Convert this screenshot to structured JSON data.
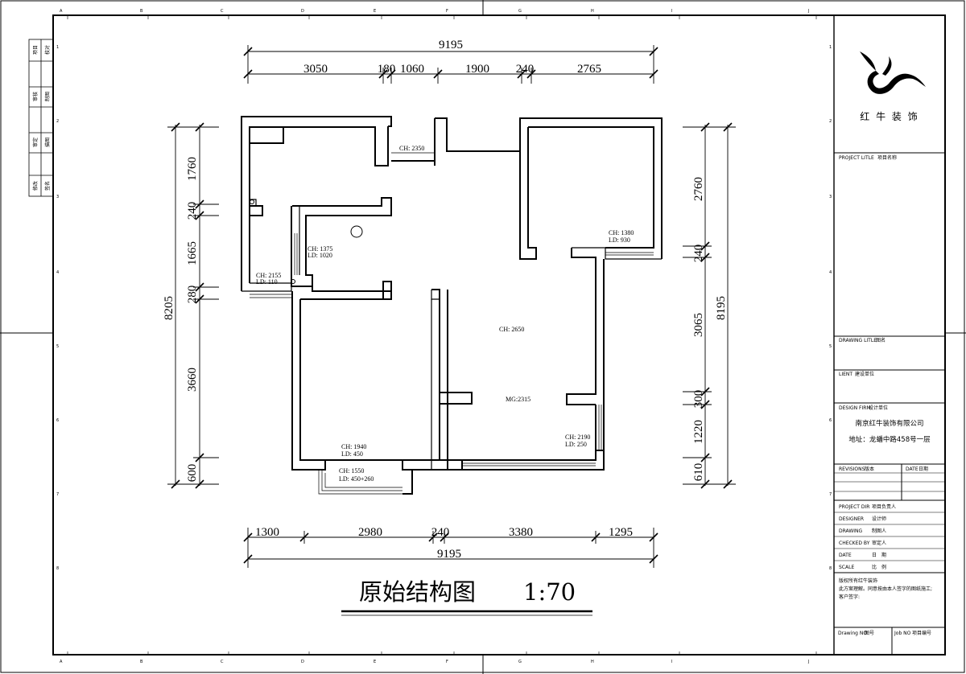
{
  "title": {
    "main": "原始结构图",
    "scale": "1:70"
  },
  "dims": {
    "top_total": "9195",
    "top": [
      "3050",
      "180",
      "1060",
      "1900",
      "240",
      "2765"
    ],
    "bottom": [
      "1300",
      "2980",
      "240",
      "3380",
      "1295"
    ],
    "bottom_total": "9195",
    "left_total": "8205",
    "left": [
      "1760",
      "240",
      "1665",
      "280",
      "3660",
      "600"
    ],
    "right": [
      "2760",
      "240",
      "3065",
      "300",
      "1220",
      "610"
    ],
    "right_total": "8195"
  },
  "rooms": [
    {
      "ch": "CH: 2350"
    },
    {
      "ch": "CH: 1380",
      "ld": "LD: 930"
    },
    {
      "ch": "CH: 1375",
      "ld": "LD: 1020"
    },
    {
      "ch": "CH: 2155",
      "ld": "LD: 110"
    },
    {
      "ch": "CH: 2650"
    },
    {
      "ch": "MG:2315"
    },
    {
      "ch": "CH: 2190",
      "ld": "LD: 250"
    },
    {
      "ch": "CH: 1940",
      "ld": "LD: 450"
    },
    {
      "ch": "CH: 1550",
      "ld": "LD: 450+260"
    }
  ],
  "grid_letters": [
    "A",
    "B",
    "C",
    "D",
    "E",
    "F",
    "G",
    "H",
    "I",
    "J"
  ],
  "grid_numbers": [
    "1",
    "2",
    "3",
    "4",
    "5",
    "6",
    "7",
    "8"
  ],
  "left_strip": [
    "项目",
    "校对",
    "审核",
    "制图",
    "审定",
    "描图",
    "修改",
    "签名"
  ],
  "title_block": {
    "company": "红 牛 装 饰",
    "project_title": "PROJECT LITLE",
    "project_title_cn": "项目名称",
    "drawing_title": "DRAWING LITLE",
    "drawing_title_cn": "图名",
    "client": "LIENT",
    "client_cn": "建设单位",
    "design_firm": "DESIGN FIRM",
    "design_firm_cn": "设计单位",
    "firm_name": "南京红牛装饰有限公司",
    "address": "地址：龙蟠中路458号一层",
    "revisions": "REVISIONS",
    "revisions_cn": "版本",
    "date_h": "DATE",
    "date_h_cn": "日期",
    "rows": [
      {
        "en": "PROJECT DIR",
        "cn": "项目负责人"
      },
      {
        "en": "DESIGNER",
        "cn": "设计师"
      },
      {
        "en": "DRAWING",
        "cn": "制图人"
      },
      {
        "en": "CHECKED BY",
        "cn": "审定人"
      },
      {
        "en": "DATE",
        "cn": "日　期"
      },
      {
        "en": "SCALE",
        "cn": "比　例"
      }
    ],
    "notice1": "版权所有红牛装饰",
    "notice2": "此方案理解。同意按由本人签字的图纸施工;",
    "notice3": "客户签字:",
    "drawing_no": "Drawing NO",
    "drawing_no_cn": "图号",
    "job_no": "Job NO",
    "job_no_cn": "项目编号"
  }
}
